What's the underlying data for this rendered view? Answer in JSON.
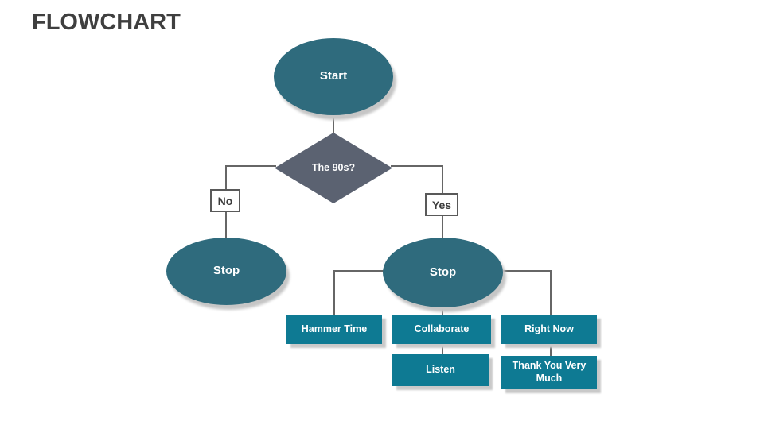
{
  "slide": {
    "title": "FLOWCHART"
  },
  "colors": {
    "terminal_fill": "#2F6B7D",
    "process_fill": "#0E7A93",
    "decision_fill": "#5B6271",
    "connector": "#666666",
    "branch_border": "#595959",
    "title_text": "#3F3F3F",
    "shape_text": "#FFFFFF",
    "shadow": "#C6C6C6"
  },
  "nodes": {
    "start": {
      "shape": "ellipse",
      "label": "Start"
    },
    "decision": {
      "shape": "diamond",
      "label": "The 90s?"
    },
    "stop_left": {
      "shape": "ellipse",
      "label": "Stop"
    },
    "stop_right": {
      "shape": "ellipse",
      "label": "Stop"
    },
    "hammer_time": {
      "shape": "rect",
      "label": "Hammer Time"
    },
    "collaborate": {
      "shape": "rect",
      "label": "Collaborate"
    },
    "right_now": {
      "shape": "rect",
      "label": "Right Now"
    },
    "listen": {
      "shape": "rect",
      "label": "Listen"
    },
    "thank_you": {
      "shape": "rect",
      "label": "Thank You Very Much"
    }
  },
  "edges": [
    {
      "from": "start",
      "to": "decision"
    },
    {
      "from": "decision",
      "to": "stop_left",
      "label": "No"
    },
    {
      "from": "decision",
      "to": "stop_right",
      "label": "Yes"
    },
    {
      "from": "stop_right",
      "to": "hammer_time"
    },
    {
      "from": "stop_right",
      "to": "collaborate"
    },
    {
      "from": "stop_right",
      "to": "right_now"
    },
    {
      "from": "collaborate",
      "to": "listen"
    },
    {
      "from": "right_now",
      "to": "thank_you"
    }
  ]
}
